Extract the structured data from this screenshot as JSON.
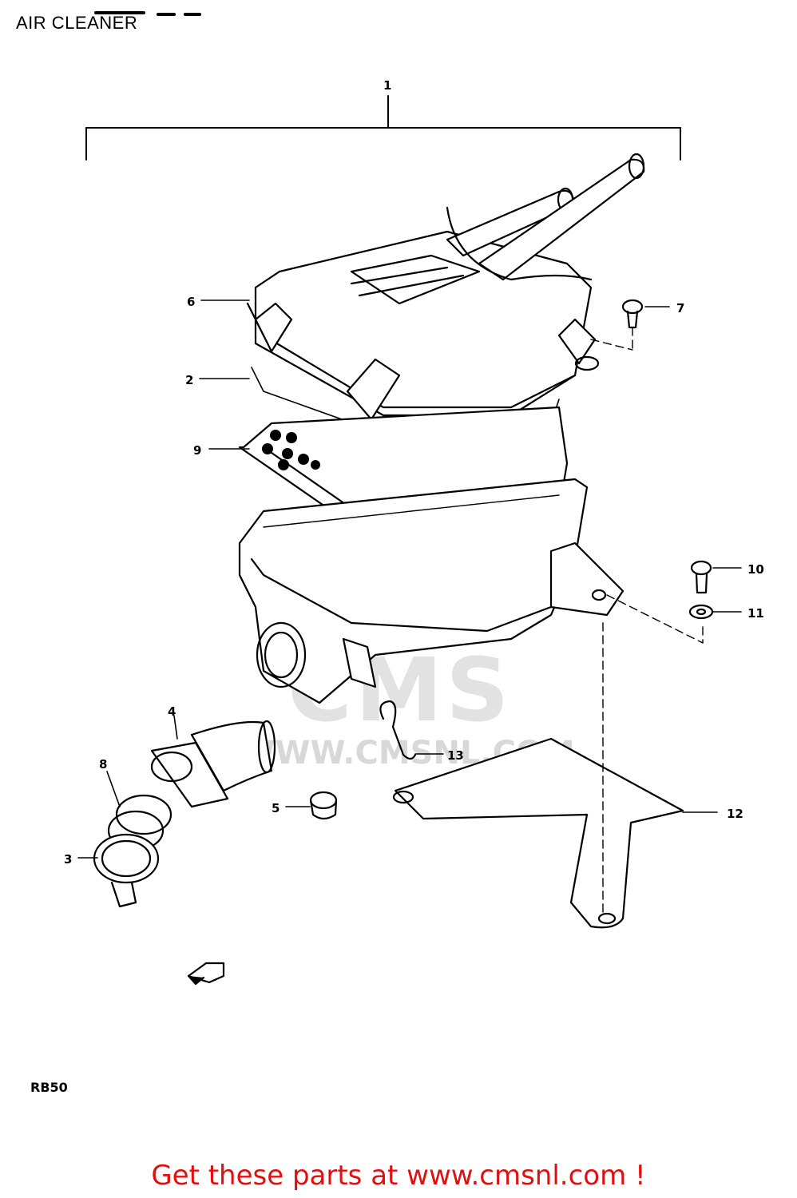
{
  "title": "AIR CLEANER",
  "model_code": "RB50",
  "footer_link": "Get these parts at www.cmsnl.com !",
  "watermark": {
    "logo_text": "CMS",
    "url_text": "WWW.CMSNL.COM"
  },
  "callouts": [
    {
      "id": "1",
      "label": "1"
    },
    {
      "id": "2",
      "label": "2"
    },
    {
      "id": "3",
      "label": "3"
    },
    {
      "id": "4",
      "label": "4"
    },
    {
      "id": "5",
      "label": "5"
    },
    {
      "id": "6",
      "label": "6"
    },
    {
      "id": "7",
      "label": "7"
    },
    {
      "id": "8",
      "label": "8"
    },
    {
      "id": "9",
      "label": "9"
    },
    {
      "id": "10",
      "label": "10"
    },
    {
      "id": "11",
      "label": "11"
    },
    {
      "id": "12",
      "label": "12"
    },
    {
      "id": "13",
      "label": "13"
    }
  ],
  "colors": {
    "footer_text": "#e01010",
    "line_art": "#000000",
    "watermark": "#d8d8d8"
  }
}
